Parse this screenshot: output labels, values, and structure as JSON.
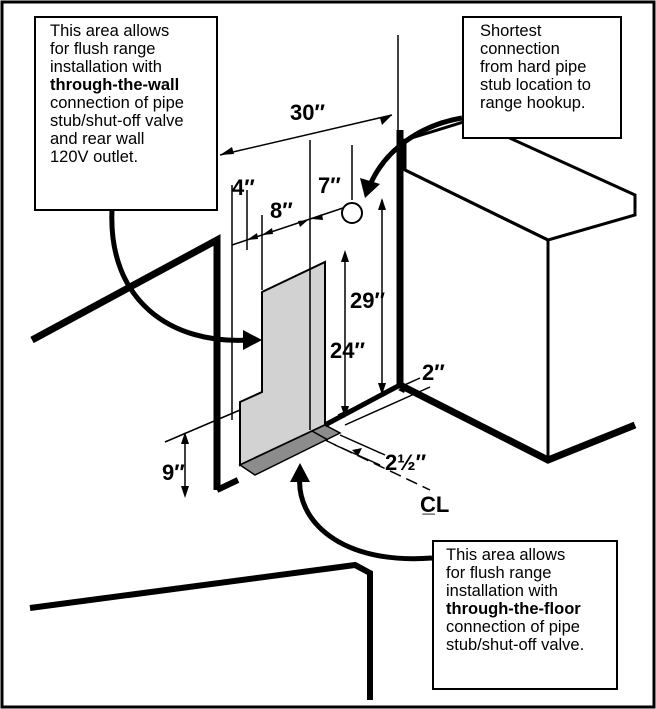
{
  "callouts": {
    "wall": {
      "lines": [
        "This area allows",
        "for flush range",
        "installation with"
      ],
      "bold": "through-the-wall",
      "rest": [
        "connection of pipe",
        "stub/shut-off valve",
        "and rear wall",
        "120V outlet."
      ]
    },
    "shortest": {
      "lines": [
        "Shortest",
        "connection",
        "from hard pipe",
        "stub location to",
        "range hookup."
      ]
    },
    "floor": {
      "lines": [
        "This area allows",
        "for flush range",
        "installation with"
      ],
      "bold": "through-the-floor",
      "rest": [
        "connection of pipe",
        "stub/shut-off valve."
      ]
    }
  },
  "dimensions": {
    "width_30": "30″",
    "d4": "4″",
    "d8": "8″",
    "d7": "7″",
    "d29": "29″",
    "d24": "24″",
    "d2": "2″",
    "d2half": "2½″",
    "d9": "9″",
    "centerline": "C̲L"
  },
  "colors": {
    "line": "#000000",
    "wall_area": "#d2d2d2",
    "floor_area": "#8c8c8c",
    "background": "#ffffff"
  }
}
